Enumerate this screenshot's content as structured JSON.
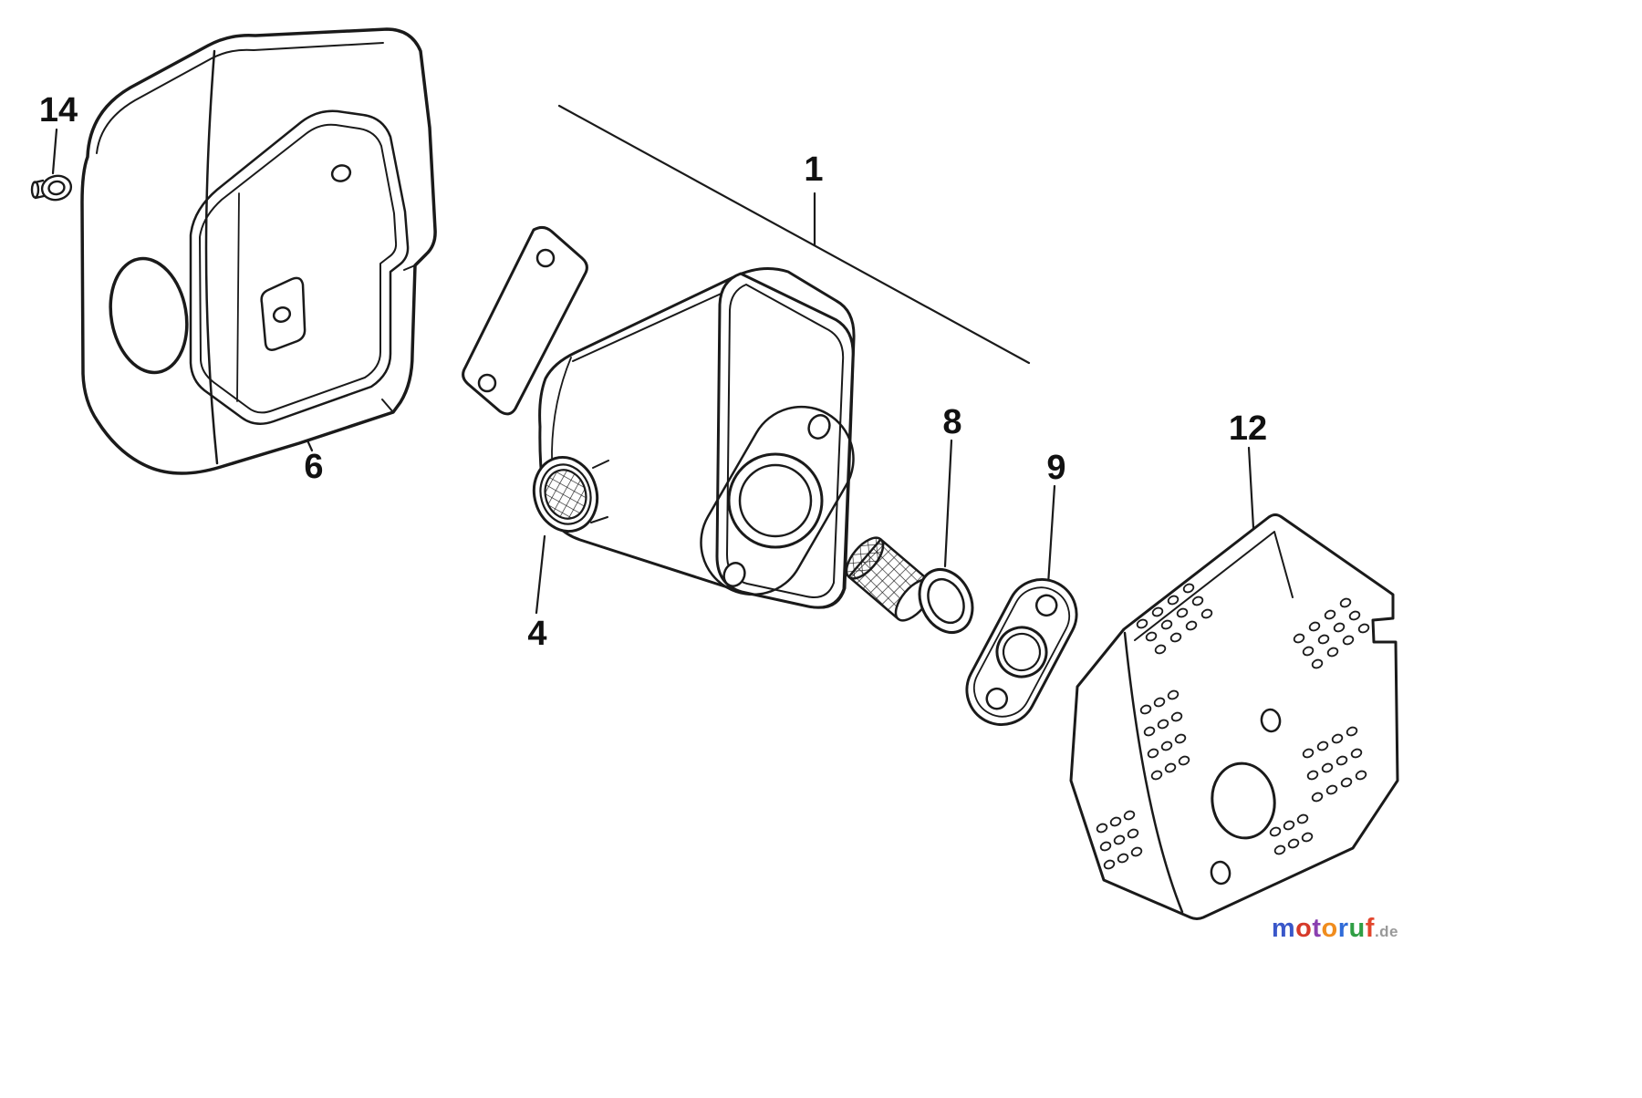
{
  "colors": {
    "ink": "#1a1a1a",
    "background": "#ffffff"
  },
  "diagram": {
    "labels": [
      {
        "text": "14"
      },
      {
        "text": "6"
      },
      {
        "text": "4"
      },
      {
        "text": "1"
      },
      {
        "text": "8"
      },
      {
        "text": "9"
      },
      {
        "text": "12"
      }
    ]
  },
  "watermark": {
    "letters": [
      {
        "char": "m",
        "color": "#3a57c9"
      },
      {
        "char": "o",
        "color": "#d63a2a"
      },
      {
        "char": "t",
        "color": "#8a3fb0"
      },
      {
        "char": "o",
        "color": "#f08c1e"
      },
      {
        "char": "r",
        "color": "#2f6bd8"
      },
      {
        "char": "u",
        "color": "#2f9e44"
      },
      {
        "char": "f",
        "color": "#e2452c"
      }
    ],
    "suffix": ".de",
    "suffix_color": "#999999"
  }
}
